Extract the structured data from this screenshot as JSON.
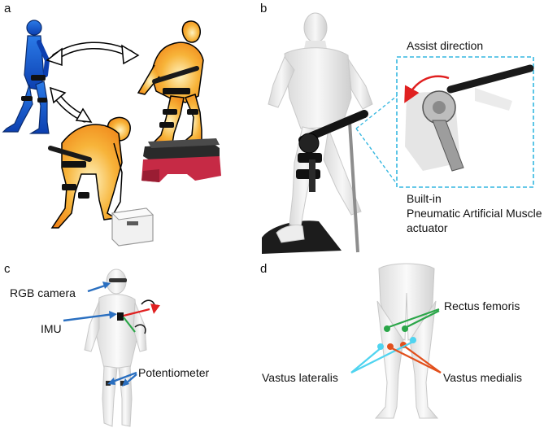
{
  "panels": {
    "a": "a",
    "b": "b",
    "c": "c",
    "d": "d"
  },
  "panel_b": {
    "assist_direction": "Assist direction",
    "actuator_line1": "Built-in",
    "actuator_line2": "Pneumatic Artificial Muscle",
    "actuator_line3": "actuator"
  },
  "panel_c": {
    "rgb_camera": "RGB camera",
    "imu": "IMU",
    "potentiometer": "Potentiometer"
  },
  "panel_d": {
    "rectus_femoris": "Rectus femoris",
    "vastus_lateralis": "Vastus lateralis",
    "vastus_medialis": "Vastus medialis"
  },
  "colors": {
    "blue_figure": "#1e5fd0",
    "orange_figure": "#f39a1e",
    "arrow_blue": "#2a6fc0",
    "dashed_box": "#35b7e0",
    "assist_arrow": "#e02020",
    "green_marker": "#2aa648",
    "cyan_marker": "#4fd4f0",
    "red_marker": "#e2501c"
  }
}
